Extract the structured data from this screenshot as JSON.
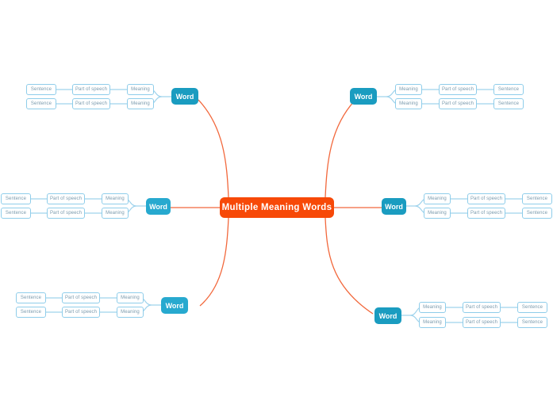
{
  "diagram": {
    "title": "Multiple Meaning Words",
    "colors": {
      "center": "#f74908",
      "branch_dark": "#1a9cc0",
      "branch_light": "#27a9cf",
      "leaf_border": "#8fcdea",
      "leaf_text": "#7a9aad",
      "curve": "#f2683c",
      "wire": "#9fd3ec"
    },
    "branches": [
      {
        "id": "top-left",
        "label": "Word",
        "side": "left",
        "chains": [
          [
            "Meaning",
            "Part of speech",
            "Sentence"
          ],
          [
            "Meaning",
            "Part of speech",
            "Sentence"
          ]
        ]
      },
      {
        "id": "middle-left",
        "label": "Word",
        "side": "left",
        "chains": [
          [
            "Meaning",
            "Part of speech",
            "Sentence"
          ],
          [
            "Meaning",
            "Part of speech",
            "Sentence"
          ]
        ]
      },
      {
        "id": "bottom-left",
        "label": "Word",
        "side": "left",
        "chains": [
          [
            "Meaning",
            "Part of speech",
            "Sentence"
          ],
          [
            "Meaning",
            "Part of speech",
            "Sentence"
          ]
        ]
      },
      {
        "id": "top-right",
        "label": "Word",
        "side": "right",
        "chains": [
          [
            "Meaning",
            "Part of speech",
            "Sentence"
          ],
          [
            "Meaning",
            "Part of speech",
            "Sentence"
          ]
        ]
      },
      {
        "id": "middle-right",
        "label": "Word",
        "side": "right",
        "chains": [
          [
            "Meaning",
            "Part of speech",
            "Sentence"
          ],
          [
            "Meaning",
            "Part of speech",
            "Sentence"
          ]
        ]
      },
      {
        "id": "bottom-right",
        "label": "Word",
        "side": "right",
        "chains": [
          [
            "Meaning",
            "Part of speech",
            "Sentence"
          ],
          [
            "Meaning",
            "Part of speech",
            "Sentence"
          ]
        ]
      }
    ]
  }
}
